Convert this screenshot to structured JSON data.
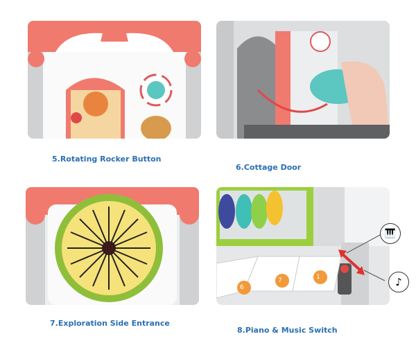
{
  "colors": {
    "caption": "#2b6fb3",
    "coral": "#f07a6e",
    "gray": "#c9cbcd"
  },
  "features": [
    {
      "caption": "5.Rotating Rocker Button"
    },
    {
      "caption": "6.Cottage Door"
    },
    {
      "caption": "7.Exploration Side Entrance"
    },
    {
      "caption": "8.Piano & Music Switch"
    }
  ],
  "piano_keys": [
    "6",
    "7",
    "1"
  ],
  "icons": [
    "piano-icon",
    "music-note-icon"
  ]
}
